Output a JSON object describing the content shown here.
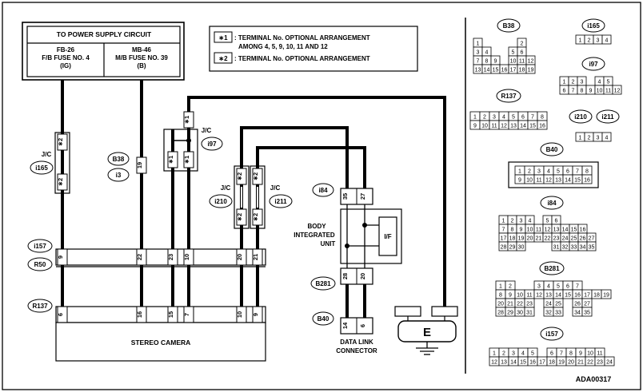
{
  "power_supply": {
    "title": "TO POWER SUPPLY CIRCUIT",
    "fuse_left_1": "FB-26",
    "fuse_left_2": "F/B FUSE NO. 4",
    "fuse_left_3": "(IG)",
    "fuse_right_1": "MB-46",
    "fuse_right_2": "M/B FUSE NO. 39",
    "fuse_right_3": "(B)"
  },
  "legend": {
    "mark1": "∗1",
    "text1_line1": ": TERMINAL No. OPTIONAL ARRANGEMENT",
    "text1_line2": "AMONG 4, 5, 9, 10, 11 AND 12",
    "mark2": "∗2",
    "text2": ": TERMINAL No. OPTIONAL ARRANGEMENT"
  },
  "labels": {
    "jc": "J/C",
    "i165": "i165",
    "b38": "B38",
    "i3": "i3",
    "i97": "i97",
    "i210": "i210",
    "i211": "i211",
    "i84": "i84",
    "i157": "i157",
    "r50": "R50",
    "r137": "R137",
    "b281": "B281",
    "b40": "B40",
    "star1": "∗1",
    "star2": "∗2",
    "biu_1": "BODY",
    "biu_2": "INTEGRATED",
    "biu_3": "UNIT",
    "if": "I/F",
    "stereo_camera": "STEREO CAMERA",
    "dlc_1": "DATA LINK",
    "dlc_2": "CONNECTOR",
    "ground": "E",
    "figure_id": "ADA00317"
  },
  "pins": {
    "b38": "19",
    "i157": [
      "9",
      "22",
      "23",
      "10",
      "20",
      "21"
    ],
    "r137": [
      "6",
      "16",
      "15",
      "7",
      "10",
      "9"
    ],
    "i84": [
      "35",
      "27"
    ],
    "b281": [
      "28",
      "20"
    ],
    "b40": [
      "14",
      "6"
    ]
  },
  "connector_grids": {
    "b38": {
      "label": "B38",
      "rows": [
        [
          "1",
          "",
          "",
          "",
          "",
          "2"
        ],
        [
          "3",
          "4",
          "",
          "",
          "5",
          "6"
        ],
        [
          "7",
          "8",
          "9",
          "",
          "10",
          "11",
          "12"
        ],
        [
          "13",
          "14",
          "15",
          "16",
          "17",
          "18",
          "19"
        ]
      ]
    },
    "i165": {
      "label": "i165",
      "rows": [
        [
          "1",
          "2",
          "3",
          "4"
        ]
      ]
    },
    "i97": {
      "label": "i97",
      "rows": [
        [
          "1",
          "2",
          "3",
          "",
          "4",
          "5"
        ],
        [
          "6",
          "7",
          "8",
          "9",
          "10",
          "11",
          "12"
        ]
      ]
    },
    "r137": {
      "label": "R137",
      "rows": [
        [
          "1",
          "2",
          "3",
          "4",
          "5",
          "6",
          "7",
          "8"
        ],
        [
          "9",
          "10",
          "11",
          "12",
          "13",
          "14",
          "15",
          "16"
        ]
      ]
    },
    "i210_i211": {
      "labels": [
        "i210",
        "i211"
      ],
      "rows": [
        [
          "1",
          "2",
          "3",
          "4"
        ]
      ]
    },
    "b40": {
      "label": "B40",
      "rows": [
        [
          "1",
          "2",
          "3",
          "4",
          "5",
          "6",
          "7",
          "8"
        ],
        [
          "9",
          "10",
          "11",
          "12",
          "13",
          "14",
          "15",
          "16"
        ]
      ]
    },
    "i84": {
      "label": "i84",
      "rows": [
        [
          "1",
          "2",
          "3",
          "4",
          "",
          "5",
          "6"
        ],
        [
          "7",
          "8",
          "9",
          "10",
          "11",
          "12",
          "13",
          "14",
          "15",
          "16"
        ],
        [
          "17",
          "18",
          "19",
          "20",
          "21",
          "22",
          "23",
          "24",
          "25",
          "26",
          "27"
        ],
        [
          "28",
          "29",
          "30",
          "",
          "",
          "",
          "31",
          "32",
          "33",
          "34",
          "35"
        ]
      ]
    },
    "b281": {
      "label": "B281",
      "rows": [
        [
          "1",
          "2",
          "",
          "",
          "3",
          "4",
          "5",
          "6",
          "7"
        ],
        [
          "8",
          "9",
          "10",
          "11",
          "12",
          "13",
          "14",
          "15",
          "16",
          "17",
          "18",
          "19"
        ],
        [
          "20",
          "21",
          "22",
          "23",
          "",
          "24",
          "25",
          "",
          "26",
          "27"
        ],
        [
          "28",
          "29",
          "30",
          "31",
          "",
          "32",
          "33",
          "",
          "34",
          "35"
        ]
      ]
    },
    "i157": {
      "label": "i157",
      "rows": [
        [
          "1",
          "2",
          "3",
          "4",
          "5",
          "",
          "6",
          "7",
          "8",
          "9",
          "10",
          "11"
        ],
        [
          "12",
          "13",
          "14",
          "15",
          "16",
          "17",
          "18",
          "19",
          "20",
          "21",
          "22",
          "23",
          "24"
        ]
      ]
    }
  }
}
